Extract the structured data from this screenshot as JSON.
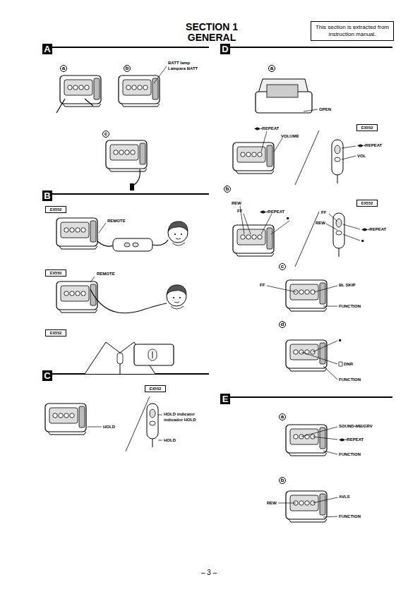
{
  "diagram": {
    "title": "SECTION 1 GENERAL",
    "nodes": [
      {
        "text": [
          "This section is extracted from instruction manual."
        ]
      },
      {
        "text": [
          "A"
        ]
      },
      {
        "text": [
          "B"
        ]
      },
      {
        "text": [
          "EX552"
        ]
      },
      {
        "text": [
          "EX550"
        ]
      },
      {
        "text": [
          "EX552"
        ]
      },
      {
        "text": [
          "C"
        ]
      },
      {
        "text": [
          "EX552"
        ]
      },
      {
        "text": [
          "D"
        ]
      },
      {
        "text": [
          "EX552"
        ]
      },
      {
        "text": [
          "EX552"
        ]
      },
      {
        "text": [
          "E"
        ]
      }
    ],
    "labels": [
      "a",
      "b",
      "BATT lamp",
      "Lámpara BATT",
      "c",
      "REMOTE",
      "REMOTE",
      "HOLD",
      "HOLD indicator",
      "indicador HOLD",
      "HOLD",
      "a",
      "OPEN",
      "◀▶•REPEAT",
      "VOLUME",
      "◀▶•REPEAT",
      "VOL",
      "b",
      "REW",
      "FF",
      "◀▶•REPEAT",
      "■",
      "FF",
      "REW",
      "◀▶•REPEAT",
      "■",
      "c",
      "FF",
      "BL SKIP",
      "FUNCTION",
      "d",
      "■",
      "DNR",
      "FUNCTION",
      "a",
      "SOUND•MB/GRV",
      "◀▶•REPEAT",
      "FUNCTION",
      "b",
      "AVLS",
      "REW",
      "FUNCTION",
      "– 3 –"
    ]
  }
}
